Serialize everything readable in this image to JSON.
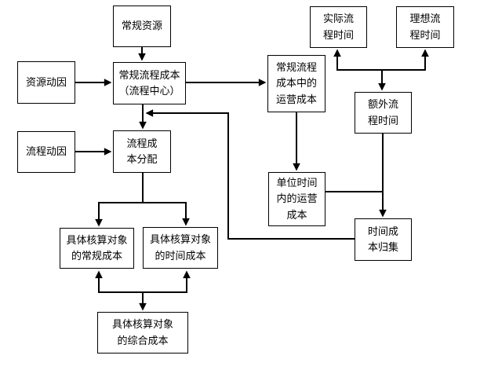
{
  "diagram": {
    "background": "#ffffff",
    "line_color": "#000000",
    "text_color": "#000000",
    "nodes": {
      "regular_resources": {
        "label": "常规资源"
      },
      "resource_driver": {
        "label": "资源动因"
      },
      "regular_process_cost": {
        "label": "常规流程成本\n（流程中心）"
      },
      "process_driver": {
        "label": "流程动因"
      },
      "process_cost_allocation": {
        "label": "流程成\n本分配"
      },
      "actual_process_time": {
        "label": "实际流\n程时间"
      },
      "ideal_process_time": {
        "label": "理想流\n程时间"
      },
      "operating_cost_in_regular_process_cost": {
        "label": "常规流程\n成本中的\n运营成本"
      },
      "extra_process_time": {
        "label": "额外流\n程时间"
      },
      "operating_cost_per_unit_time": {
        "label": "单位时间\n内的运营\n成本"
      },
      "time_cost_collection": {
        "label": "时间成\n本归集"
      },
      "object_regular_cost": {
        "label": "具体核算对象\n的常规成本"
      },
      "object_time_cost": {
        "label": "具体核算对象\n的时间成本"
      },
      "object_composite_cost": {
        "label": "具体核算对象\n的综合成本"
      }
    }
  }
}
